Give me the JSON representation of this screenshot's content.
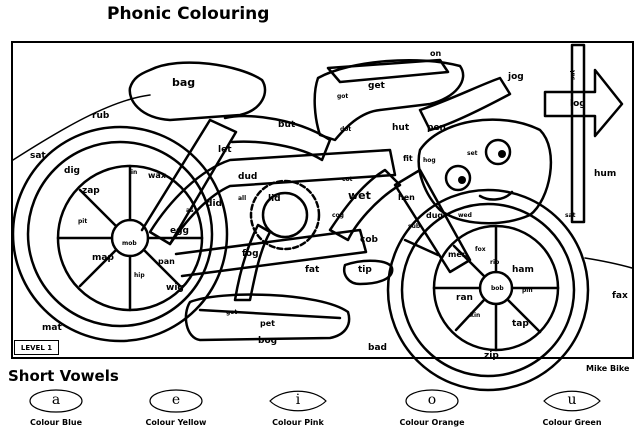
{
  "title": "Phonic Colouring",
  "level": "LEVEL 1",
  "credit": "Mike Bike",
  "section_title": "Short Vowels",
  "words": {
    "on": "on",
    "bag": "bag",
    "get": "get",
    "got_seat": "got",
    "jog": "jog",
    "sat_sign": "sat",
    "log": "log",
    "rub": "rub",
    "but": "but",
    "dot": "dot",
    "hut": "hut",
    "pen": "pen",
    "sat_left": "sat",
    "let": "let",
    "fit": "fit",
    "hog": "hog",
    "set": "set",
    "hum": "hum",
    "dig": "dig",
    "in": "in",
    "wax": "wax",
    "dud": "dud",
    "cot": "cot",
    "zap": "zap",
    "wet": "wet",
    "did": "did",
    "all": "all",
    "lid": "lid",
    "hen": "hen",
    "as": "as",
    "cog": "cog",
    "dug": "dug",
    "wed": "wed",
    "sat_post": "sat",
    "pit": "pit",
    "egg": "egg",
    "sub": "sub",
    "mob": "mob",
    "cob": "cob",
    "fox": "fox",
    "fog": "fog",
    "men": "men",
    "rib": "rib",
    "map": "map",
    "pan": "pan",
    "fat": "fat",
    "tip": "tip",
    "ham": "ham",
    "hip": "hip",
    "fax": "fax",
    "wig": "wig",
    "bob": "bob",
    "pin": "pin",
    "ran": "ran",
    "got_pedal": "got",
    "pet": "pet",
    "kin": "kin",
    "tap": "tap",
    "mat": "mat",
    "bog": "bog",
    "bad": "bad",
    "zip": "zip"
  },
  "vowel_key": [
    {
      "letter": "a",
      "label": "Colour Blue"
    },
    {
      "letter": "e",
      "label": "Colour Yellow"
    },
    {
      "letter": "i",
      "label": "Colour Pink"
    },
    {
      "letter": "o",
      "label": "Colour Orange"
    },
    {
      "letter": "u",
      "label": "Colour Green"
    }
  ]
}
